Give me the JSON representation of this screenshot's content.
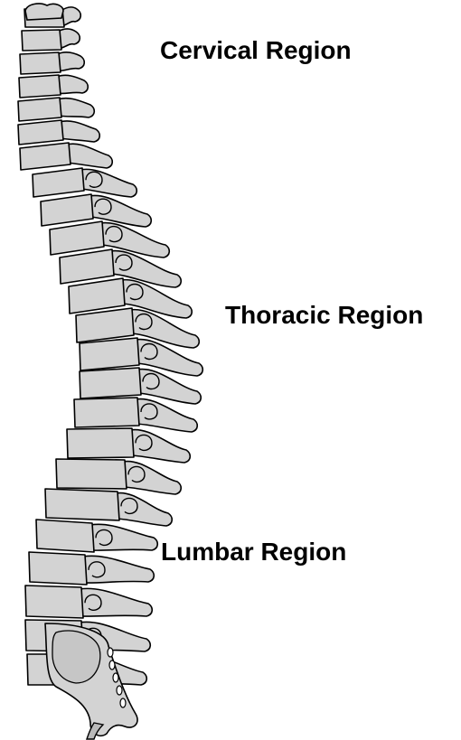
{
  "labels": {
    "cervical": "Cervical Region",
    "thoracic": "Thoracic Region",
    "lumbar": "Lumbar Region"
  },
  "colors": {
    "bone": "#d3d3d3",
    "bone_dark": "#b9b9b9",
    "sacrum_inner": "#c6c6c6",
    "outline": "#000000",
    "disc": "#ffffff"
  },
  "counts": {
    "cervical": 7,
    "thoracic": 12,
    "lumbar": 5
  }
}
